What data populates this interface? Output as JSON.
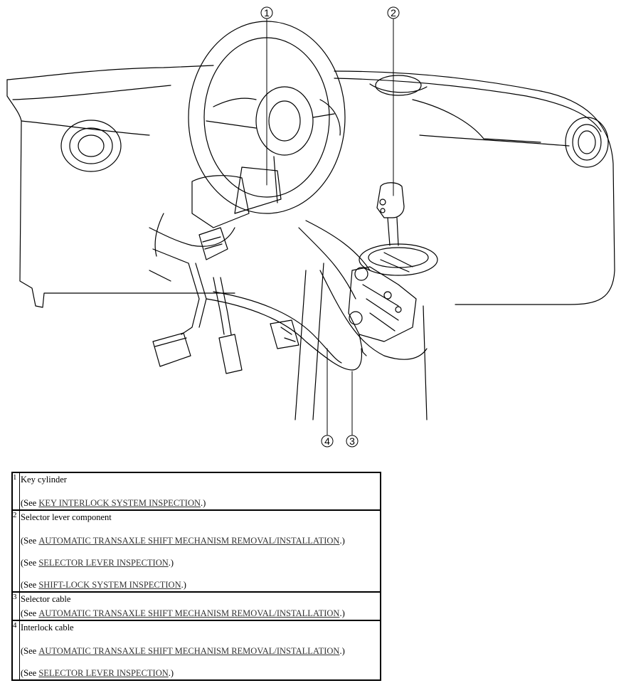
{
  "figure": {
    "callouts": [
      "1",
      "2",
      "4",
      "3"
    ]
  },
  "legend": {
    "rows": [
      {
        "num": "1",
        "part": "Key cylinder",
        "refs": [
          {
            "prefix": "(See ",
            "link": "KEY INTERLOCK SYSTEM INSPECTION",
            "suffix": ".)"
          }
        ]
      },
      {
        "num": "2",
        "part": "Selector lever component",
        "refs": [
          {
            "prefix": "(See ",
            "link": "AUTOMATIC TRANSAXLE SHIFT MECHANISM REMOVAL/INSTALLATION",
            "suffix": ".)"
          },
          {
            "prefix": "(See ",
            "link": "SELECTOR LEVER INSPECTION",
            "suffix": ".)"
          },
          {
            "prefix": "(See ",
            "link": "SHIFT-LOCK SYSTEM INSPECTION",
            "suffix": ".)"
          }
        ]
      },
      {
        "num": "3",
        "part": "Selector cable",
        "refs": [
          {
            "prefix": "(See ",
            "link": "AUTOMATIC TRANSAXLE SHIFT MECHANISM REMOVAL/INSTALLATION",
            "suffix": ".)"
          }
        ]
      },
      {
        "num": "4",
        "part": "Interlock cable",
        "refs": [
          {
            "prefix": "(See ",
            "link": "AUTOMATIC TRANSAXLE SHIFT MECHANISM REMOVAL/INSTALLATION",
            "suffix": ".)"
          },
          {
            "prefix": "(See ",
            "link": "SELECTOR LEVER INSPECTION",
            "suffix": ".)"
          }
        ]
      }
    ]
  }
}
